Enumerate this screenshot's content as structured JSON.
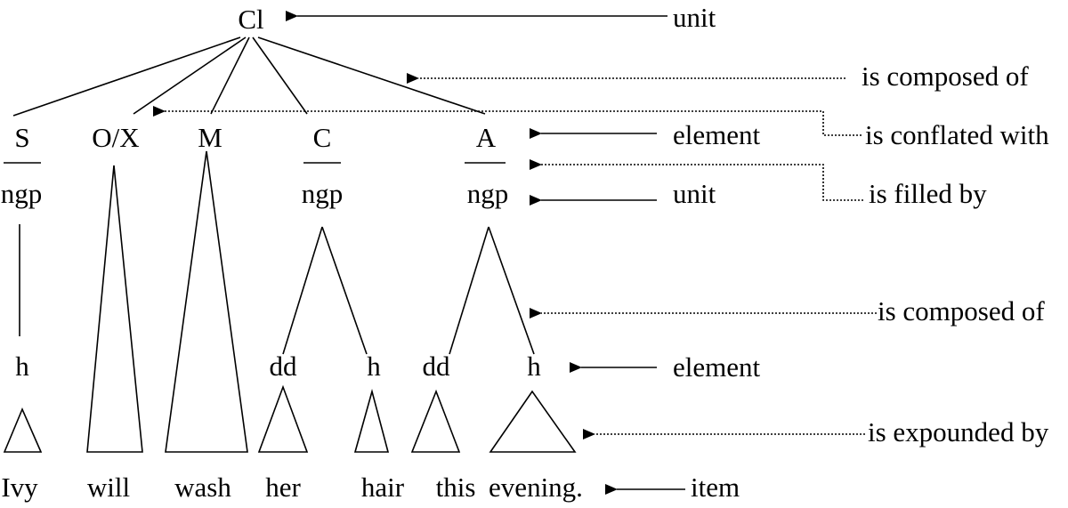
{
  "tree": {
    "root": "Cl",
    "elements": [
      "S",
      "O/X",
      "M",
      "C",
      "A"
    ],
    "units": [
      "ngp",
      "ngp",
      "ngp"
    ],
    "sub_elements": [
      "h",
      "dd",
      "h",
      "dd",
      "h"
    ],
    "items": [
      "Ivy",
      "will",
      "wash",
      "her",
      "hair",
      "this",
      "evening."
    ]
  },
  "annotations": {
    "unit_top": "unit",
    "composed_top": "is composed of",
    "conflated": "is conflated with",
    "element_top": "element",
    "filled": "is filled by",
    "unit_mid": "unit",
    "composed_mid": "is composed of",
    "element_bottom": "element",
    "expounded": "is expounded by",
    "item": "item"
  }
}
